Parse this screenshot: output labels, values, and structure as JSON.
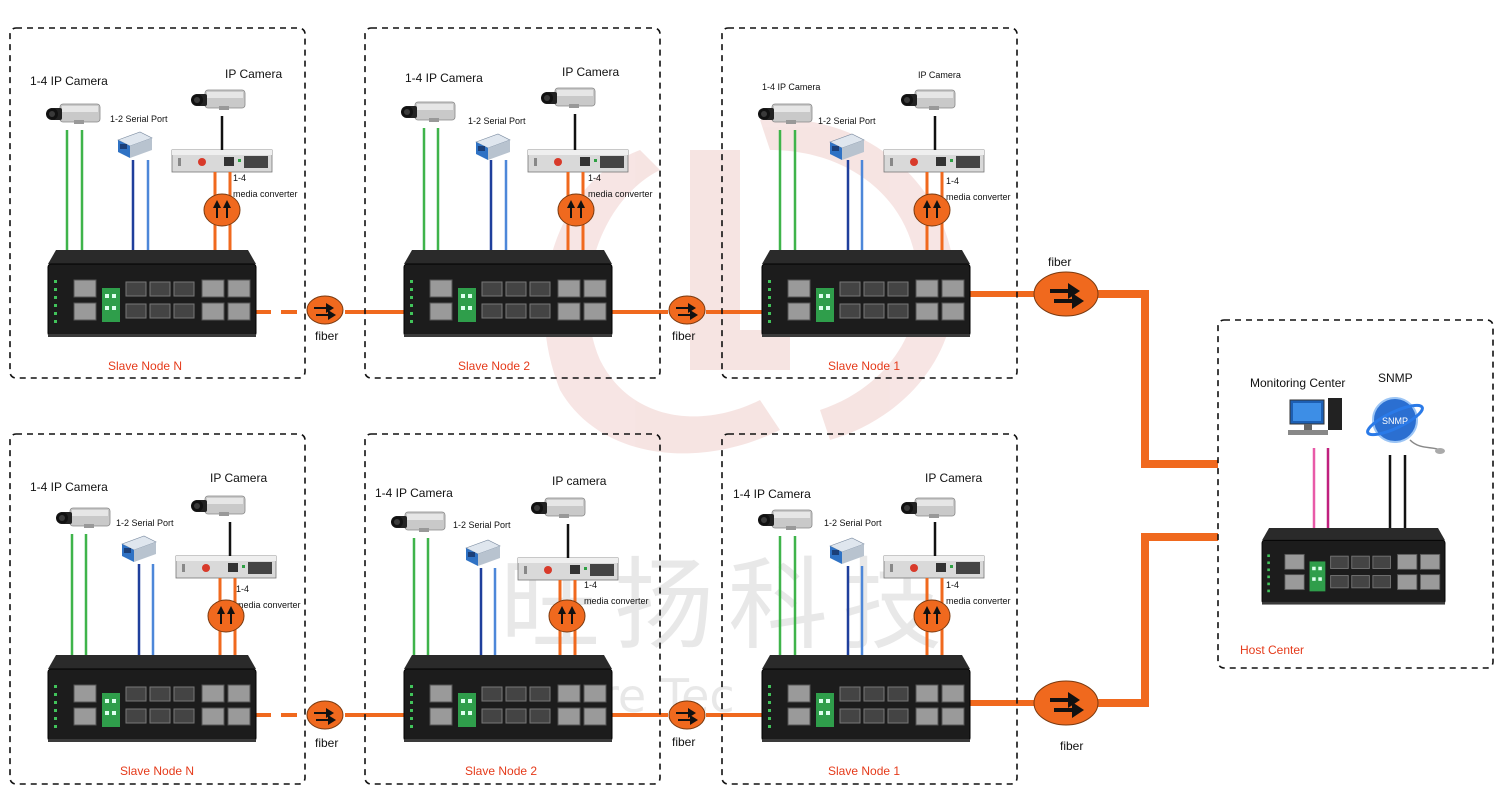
{
  "labels": {
    "ip_camera_multi": "1-4 IP Camera",
    "ip_camera": "IP Camera",
    "ip_camera_lower": "IP camera",
    "serial_port": "1-2 Serial Port",
    "media_converter_num": "1-4",
    "media_converter_text": "media converter",
    "fiber": "fiber",
    "slave_node_n": "Slave Node N",
    "slave_node_2": "Slave Node 2",
    "slave_node_1": "Slave Node 1",
    "monitoring_center": "Monitoring Center",
    "snmp": "SNMP",
    "host_center": "Host Center"
  },
  "watermark": {
    "chinese": "旺扬科技",
    "english": "re Tec        y"
  },
  "colors": {
    "fiber_orange": "#f0691e",
    "node_label_red": "#e53a1a",
    "green_cable": "#3fb44a",
    "blue_dark_cable": "#1f3f9c",
    "blue_light_cable": "#4d87d9",
    "pink_cable": "#e85aa8",
    "black_cable": "#111111"
  },
  "icons": [
    "ip-camera-icon",
    "serial-server-icon",
    "media-converter-icon",
    "fiber-connector-icon",
    "industrial-switch-icon",
    "monitor-computer-icon",
    "snmp-globe-icon"
  ]
}
